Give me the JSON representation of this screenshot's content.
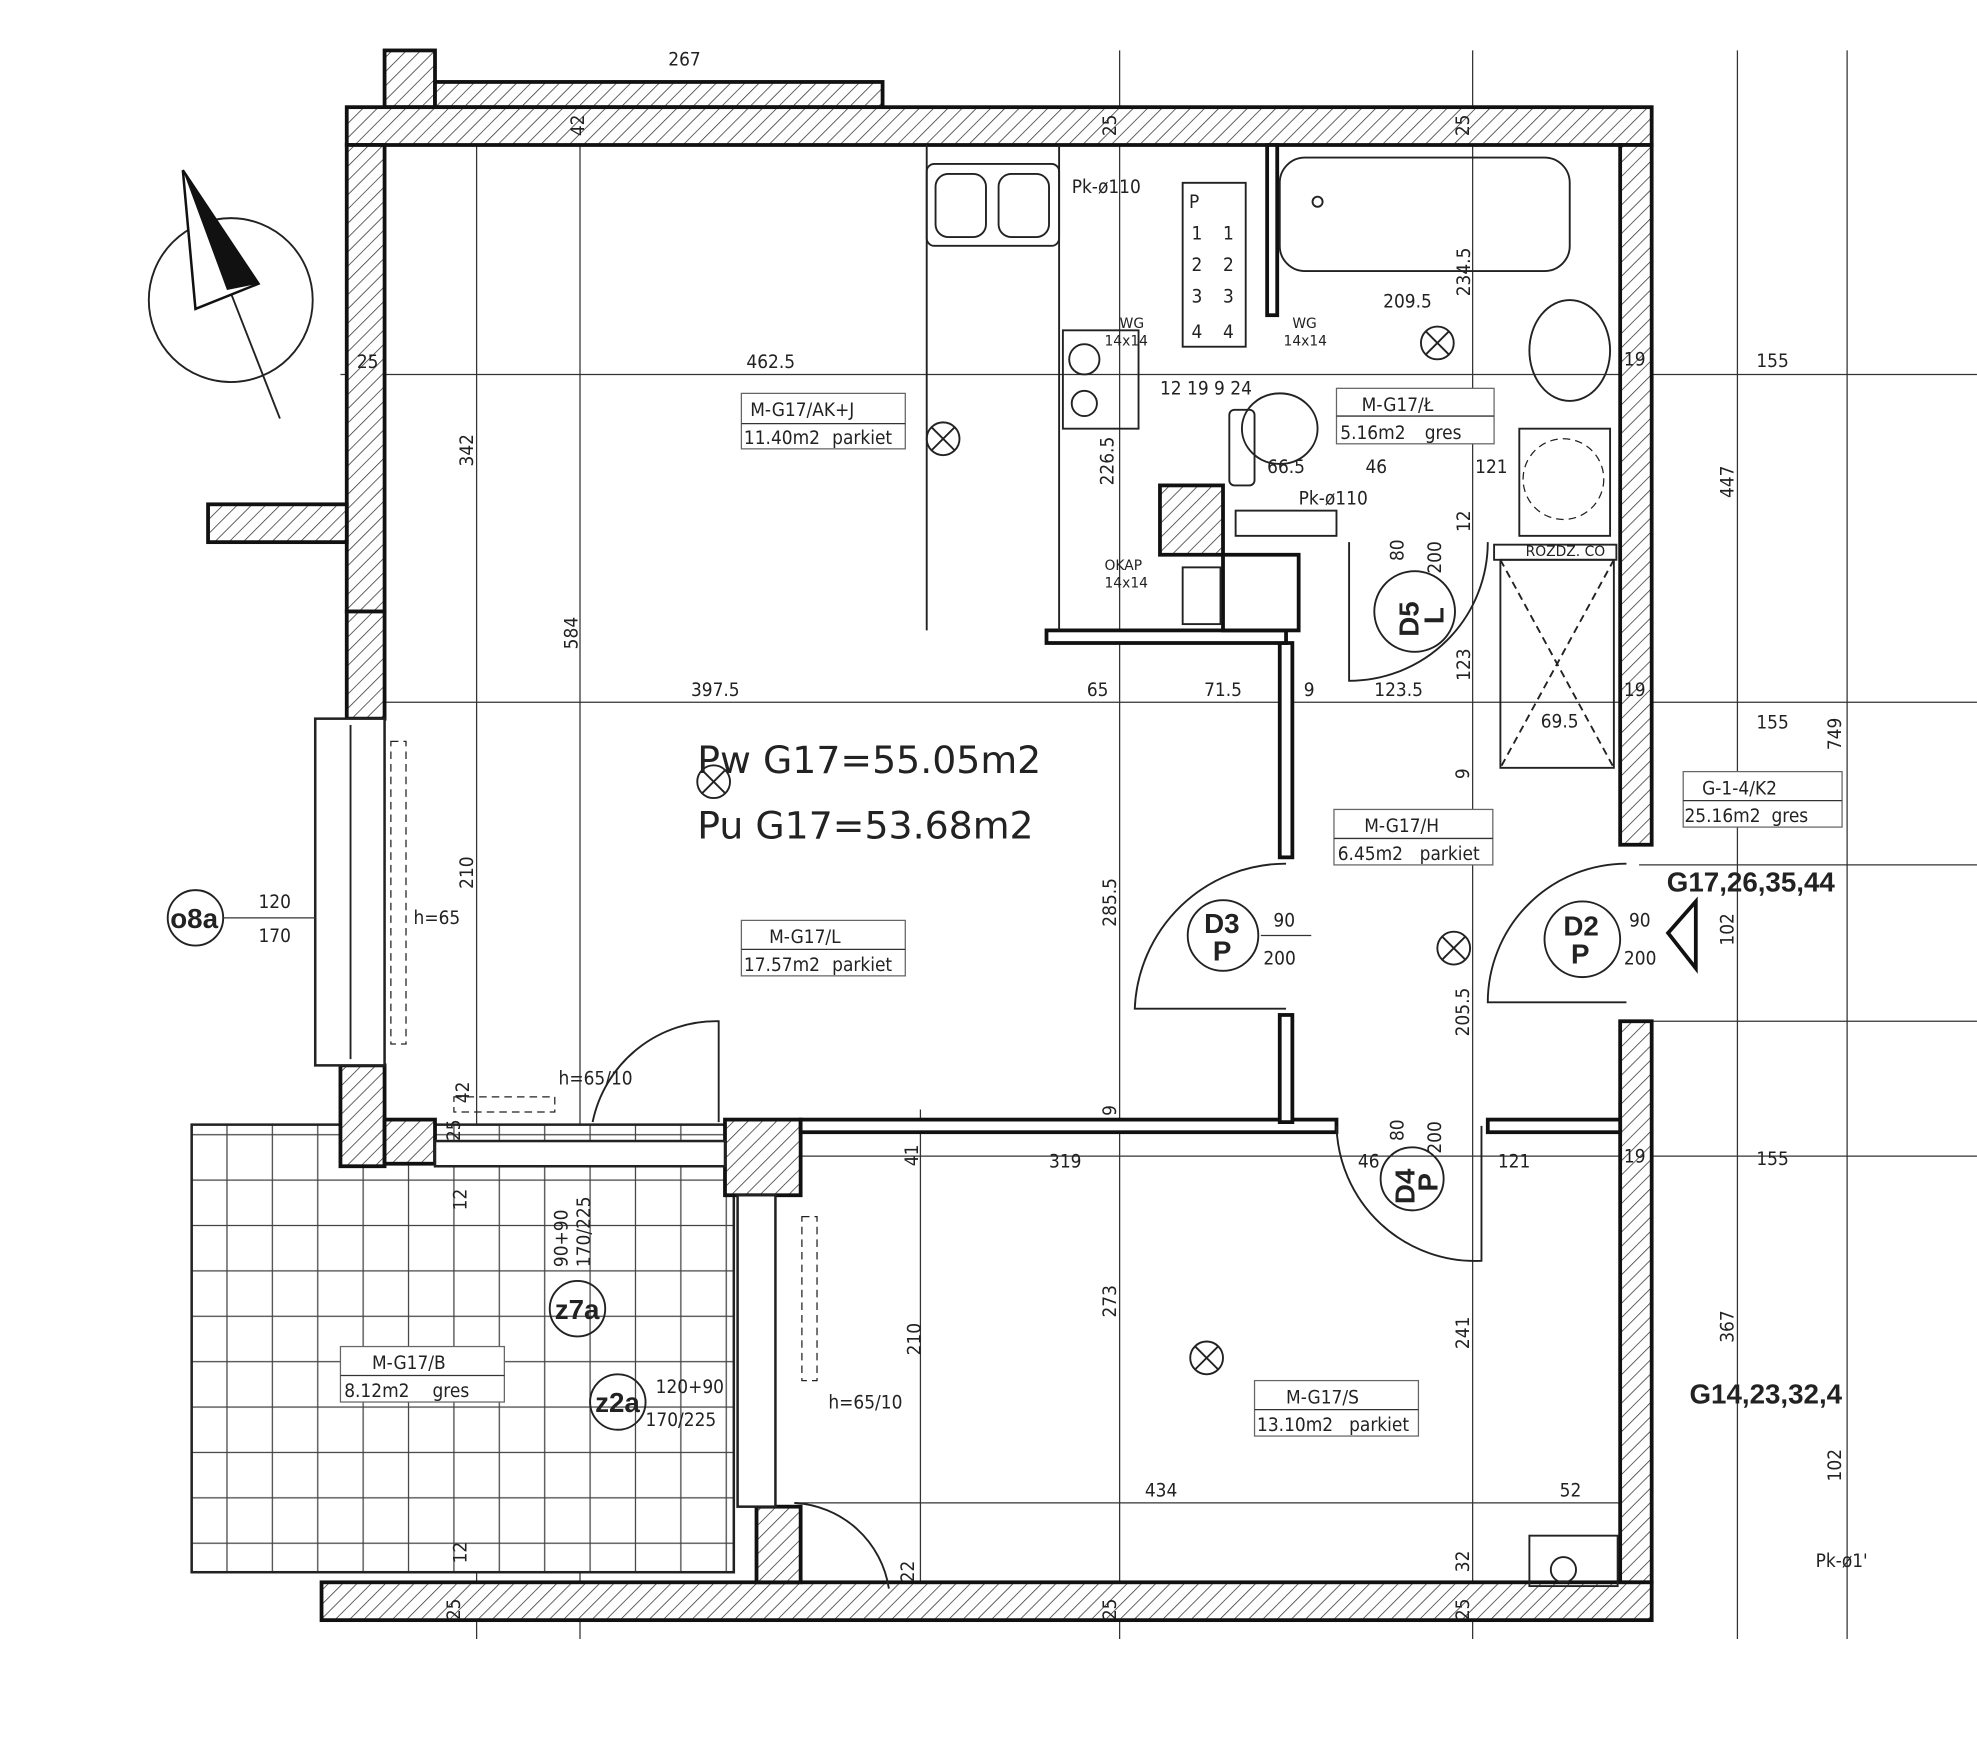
{
  "summary": {
    "pw": "Pw  G17=55.05m2",
    "pu": "Pu  G17=53.68m2"
  },
  "unit_refs": {
    "current": "G17,26,35,44",
    "below": "G14,23,32,4"
  },
  "rooms": [
    {
      "code": "M-G17/AK+J",
      "area": "11.40m2",
      "floor": "parkiet"
    },
    {
      "code": "M-G17/Ł",
      "area": "5.16m2",
      "floor": "gres"
    },
    {
      "code": "M-G17/H",
      "area": "6.45m2",
      "floor": "parkiet"
    },
    {
      "code": "M-G17/L",
      "area": "17.57m2",
      "floor": "parkiet"
    },
    {
      "code": "M-G17/B",
      "area": "8.12m2",
      "floor": "gres"
    },
    {
      "code": "M-G17/S",
      "area": "13.10m2",
      "floor": "parkiet"
    },
    {
      "code": "G-1-4/K2",
      "area": "25.16m2",
      "floor": "gres"
    }
  ],
  "doors": [
    {
      "id": "D2",
      "side": "P",
      "width": "90",
      "height": "200"
    },
    {
      "id": "D3",
      "side": "P",
      "width": "90",
      "height": "200"
    },
    {
      "id": "D4",
      "side": "P",
      "width": "80",
      "height": "200"
    },
    {
      "id": "D5",
      "side": "L",
      "width": "80",
      "height": "200"
    }
  ],
  "windows": [
    {
      "id": "o8a",
      "width": "120",
      "height": "170",
      "sill": "h=65"
    },
    {
      "id": "z7a",
      "width": "90+90",
      "height": "170/225",
      "sill": "h=65/10"
    },
    {
      "id": "z2a",
      "width": "120+90",
      "height": "170/225",
      "sill": "h=65/10"
    }
  ],
  "annotations": {
    "pk_kitchen": "Pk-ø110",
    "pk_bath": "Pk-ø110",
    "pk_right": "Pk-ø1'",
    "wg": "WG",
    "wg_size": "14x14",
    "wg2": "WG",
    "wg2_size": "14x14",
    "rozdz": "ROZDZ. CO",
    "okap": "OKAP",
    "okap_size": "14x14",
    "shaft_dims": "12 19 9 24",
    "shaft_p": "P",
    "shaft_1": "1",
    "shaft_2": "2",
    "shaft_3": "3",
    "shaft_4": "4"
  },
  "dims": [
    "267",
    "42",
    "25",
    "25",
    "25",
    "462.5",
    "342",
    "584",
    "397.5",
    "65",
    "71.5",
    "9",
    "123.5",
    "19",
    "155",
    "155",
    "19",
    "447",
    "749",
    "209.5",
    "234.5",
    "66.5",
    "46",
    "121",
    "80",
    "200",
    "12",
    "123",
    "210",
    "285.5",
    "205.5",
    "9",
    "102",
    "9",
    "41",
    "319",
    "46",
    "121",
    "19",
    "155",
    "210",
    "273",
    "241",
    "367",
    "102",
    "434",
    "52",
    "32",
    "22",
    "12",
    "25",
    "25",
    "25",
    "69.5",
    "12",
    "25",
    "42",
    "226.5"
  ]
}
